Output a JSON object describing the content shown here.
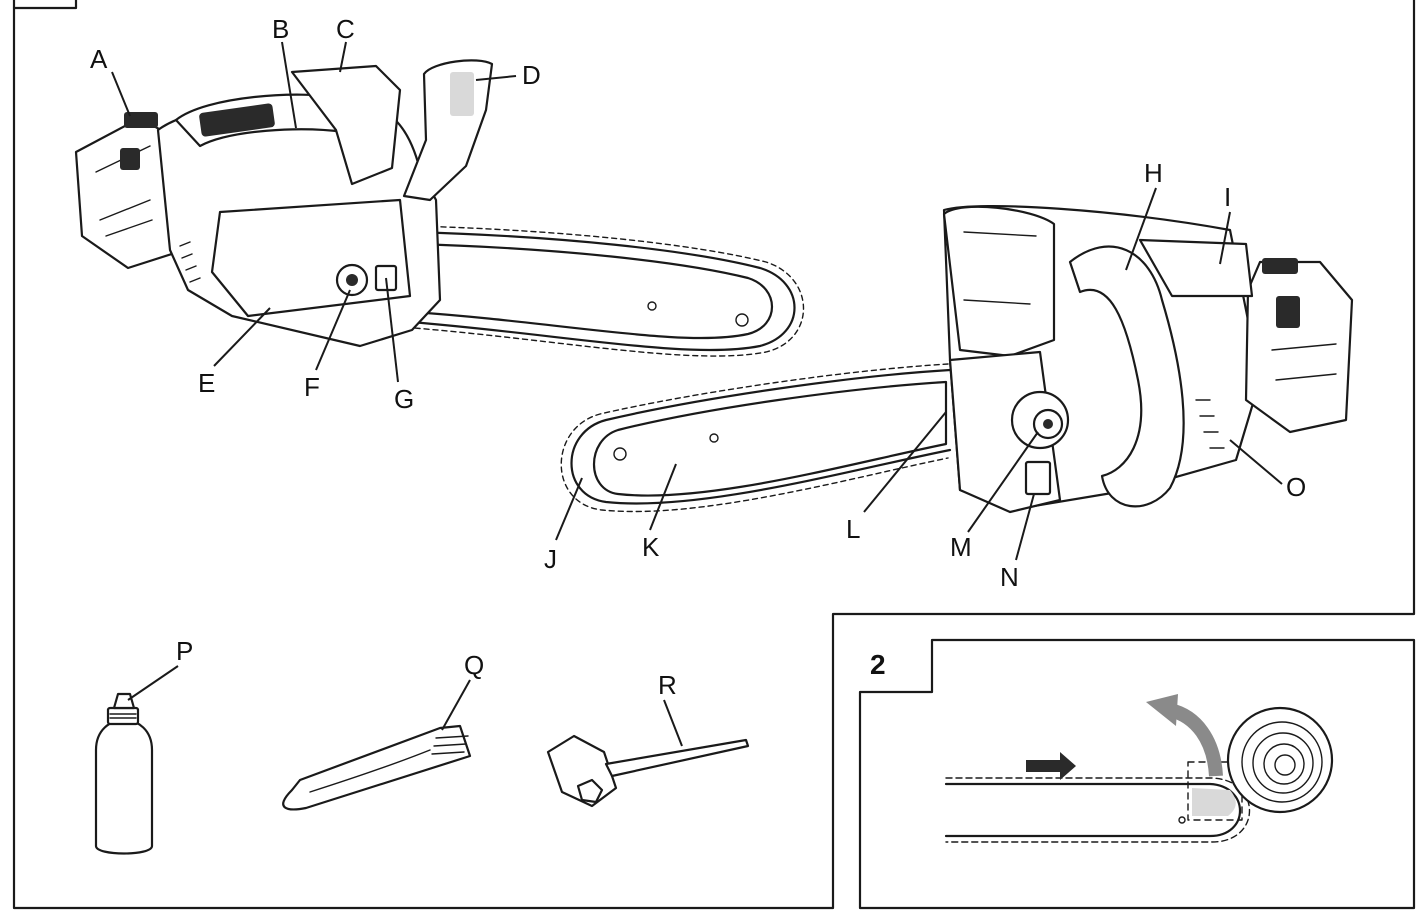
{
  "figure": {
    "panel2_number": "2",
    "part_labels": [
      {
        "id": "A",
        "text": "A"
      },
      {
        "id": "B",
        "text": "B"
      },
      {
        "id": "C",
        "text": "C"
      },
      {
        "id": "D",
        "text": "D"
      },
      {
        "id": "E",
        "text": "E"
      },
      {
        "id": "F",
        "text": "F"
      },
      {
        "id": "G",
        "text": "G"
      },
      {
        "id": "H",
        "text": "H"
      },
      {
        "id": "I",
        "text": "I"
      },
      {
        "id": "J",
        "text": "J"
      },
      {
        "id": "K",
        "text": "K"
      },
      {
        "id": "L",
        "text": "L"
      },
      {
        "id": "M",
        "text": "M"
      },
      {
        "id": "N",
        "text": "N"
      },
      {
        "id": "O",
        "text": "O"
      },
      {
        "id": "P",
        "text": "P"
      },
      {
        "id": "Q",
        "text": "Q"
      },
      {
        "id": "R",
        "text": "R"
      }
    ]
  },
  "icons": {
    "chainsaw_side_view": "chainsaw-side-icon",
    "chainsaw_front_view": "chainsaw-front-icon",
    "oil_bottle": "oil-bottle-icon",
    "bar_cover": "bar-cover-icon",
    "wrench": "wrench-icon",
    "kickback_log": "log-icon",
    "direction_arrow": "arrow-right-icon",
    "kickback_arrow": "kickback-arrow-icon"
  }
}
